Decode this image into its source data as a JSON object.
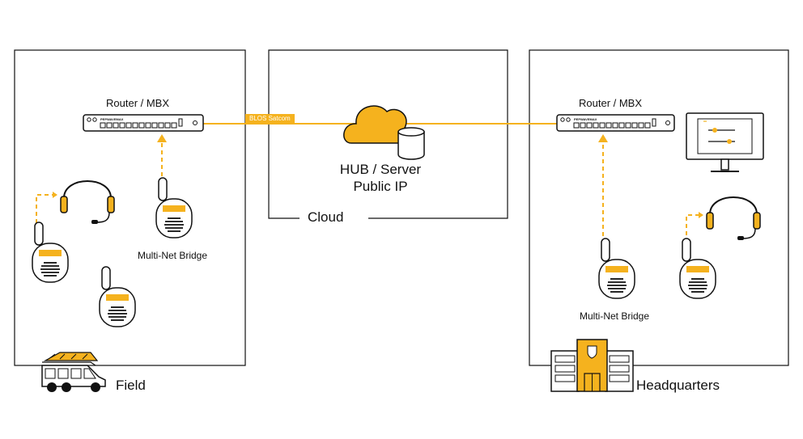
{
  "regions": {
    "field": "Field",
    "cloud": "Cloud",
    "hq": "Headquarters"
  },
  "routers": {
    "field_label": "Router / MBX",
    "hq_label": "Router / MBX",
    "brand_text": "PEPWAVEMAX"
  },
  "link": {
    "sat_label": "BLOS Satcom"
  },
  "hub": {
    "line1": "HUB / Server",
    "line2": "Public IP"
  },
  "bridges": {
    "field": "Multi-Net Bridge",
    "hq": "Multi-Net Bridge"
  },
  "colors": {
    "accent": "#f5b21e",
    "line": "#111111"
  }
}
